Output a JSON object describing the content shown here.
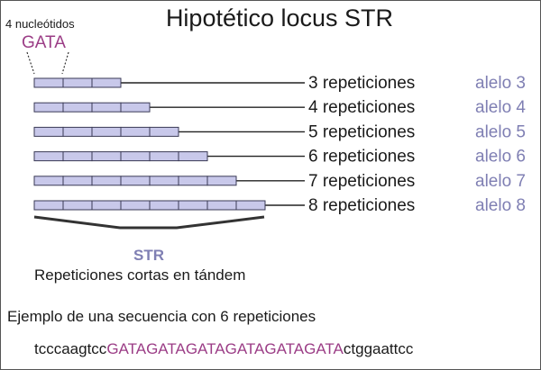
{
  "title": "Hipotético locus STR",
  "motif_note": "4 nucleótidos",
  "motif": "GATA",
  "alleles": [
    {
      "repeats": 3,
      "label": "3 repeticiones",
      "allele": "alelo 3"
    },
    {
      "repeats": 4,
      "label": "4 repeticiones",
      "allele": "alelo 4"
    },
    {
      "repeats": 5,
      "label": "5 repeticiones",
      "allele": "alelo 5"
    },
    {
      "repeats": 6,
      "label": "6 repeticiones",
      "allele": "alelo 6"
    },
    {
      "repeats": 7,
      "label": "7 repeticiones",
      "allele": "alelo 7"
    },
    {
      "repeats": 8,
      "label": "8 repeticiones",
      "allele": "alelo 8"
    }
  ],
  "str_label": "STR",
  "str_description": "Repeticiones cortas en tándem",
  "example_caption": "Ejemplo de una secuencia con 6 repeticiones",
  "sequence": {
    "prefix": "tcccaagtcc",
    "repeat": "GATAGATAGATAGATAGATAGATA",
    "suffix": "ctggaattcc"
  },
  "colors": {
    "box_fill": "#c8c8ea",
    "box_stroke": "#3a3a55",
    "motif": "#9b3d86",
    "allele": "#7f7fb3",
    "border": "#555555"
  }
}
